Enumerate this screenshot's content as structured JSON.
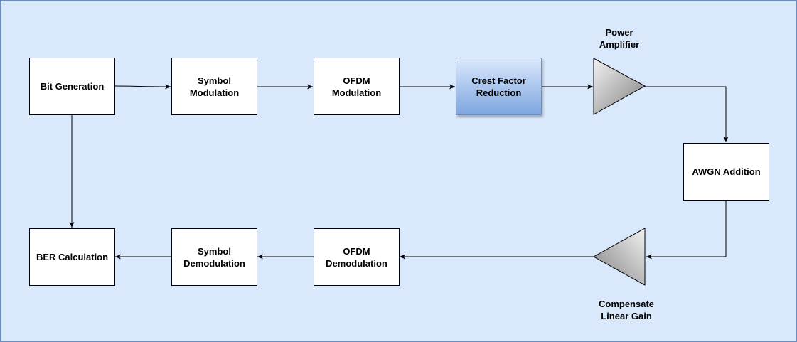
{
  "blocks": {
    "bit_generation": "Bit Generation",
    "symbol_modulation": "Symbol\nModulation",
    "ofdm_modulation": "OFDM\nModulation",
    "crest_factor_reduction": "Crest Factor\nReduction",
    "awgn_addition": "AWGN Addition",
    "ofdm_demodulation": "OFDM\nDemodulation",
    "symbol_demodulation": "Symbol\nDemodulation",
    "ber_calculation": "BER Calculation"
  },
  "amplifiers": {
    "power_amplifier": "Power\nAmplifier",
    "compensate_linear_gain": "Compensate\nLinear Gain"
  },
  "colors": {
    "background": "#dae8fc",
    "border": "#6c8ebf",
    "highlight_gradient_top": "#dae8fc",
    "highlight_gradient_bottom": "#7ea6e0"
  }
}
